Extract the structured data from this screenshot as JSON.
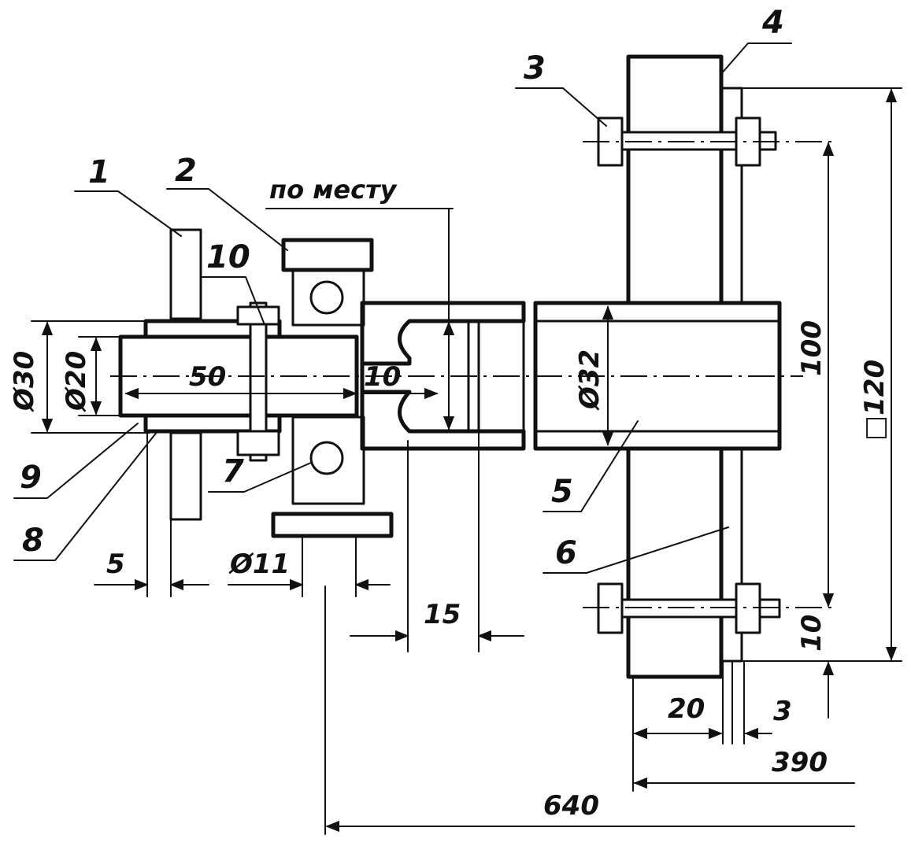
{
  "labels": {
    "l1": "1",
    "l2": "2",
    "l3": "3",
    "l4": "4",
    "l5": "5",
    "l6": "6",
    "l7": "7",
    "l8": "8",
    "l9": "9",
    "l10": "10"
  },
  "note": "по месту",
  "dimensions": {
    "d30": "Ø30",
    "d20": "Ø20",
    "d32": "Ø32",
    "d11": "Ø11",
    "len50": "50",
    "len10": "10",
    "len5": "5",
    "len15": "15",
    "len20": "20",
    "len3": "3",
    "len390": "390",
    "len640": "640",
    "h100": "100",
    "h120": "□120",
    "h10": "10"
  }
}
